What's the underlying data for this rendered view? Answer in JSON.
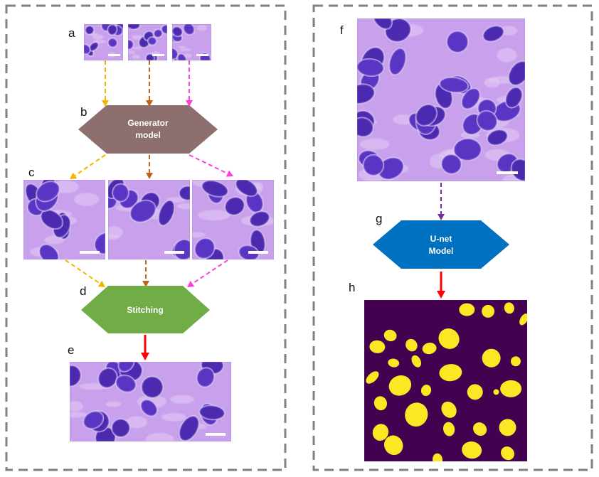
{
  "panel_labels": {
    "a": "a",
    "b": "b",
    "c": "c",
    "d": "d",
    "e": "e",
    "f": "f",
    "g": "g",
    "h": "h"
  },
  "nodes": {
    "generator": {
      "line1": "Generator",
      "line2": "model"
    },
    "stitching": {
      "line1": "Stitching"
    },
    "unet": {
      "line1": "U-net",
      "line2": "Model"
    }
  },
  "colors": {
    "frame": "#808080",
    "generator_fill": "#8e6f6f",
    "stitching_fill": "#70ad47",
    "unet_fill": "#0070c0",
    "arrow_yellow": "#f5b400",
    "arrow_brown": "#c0641c",
    "arrow_magenta": "#ff3cdc",
    "arrow_purple": "#7030a0",
    "arrow_red": "#ff0000",
    "tissue_bg": "#c9a0ec",
    "nucleus": "#5a36c4",
    "mask_bg": "#44014f",
    "mask_fg": "#fde725",
    "scale_bar": "#ffffff"
  },
  "icons": {
    "tissue": "histology-tile-icon",
    "mask": "segmentation-mask-icon"
  }
}
